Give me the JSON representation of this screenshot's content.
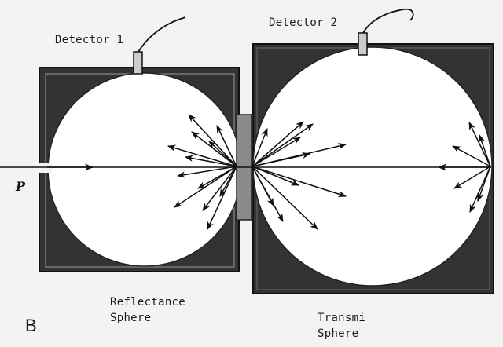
{
  "labels": {
    "detector_1": "Detector 1",
    "detector_2": "Detector 2",
    "beam_symbol": "P",
    "panel_letter": "B",
    "reflectance_line1": "Reflectance",
    "reflectance_line2": "Sphere",
    "transmittance_line1": "Transmi",
    "transmittance_line2": "Sphere"
  },
  "colors": {
    "housing": "#333333",
    "sphere": "#ffffff",
    "sample": "#8a8a8a",
    "ink": "#111111",
    "background": "#f3f3f3"
  }
}
